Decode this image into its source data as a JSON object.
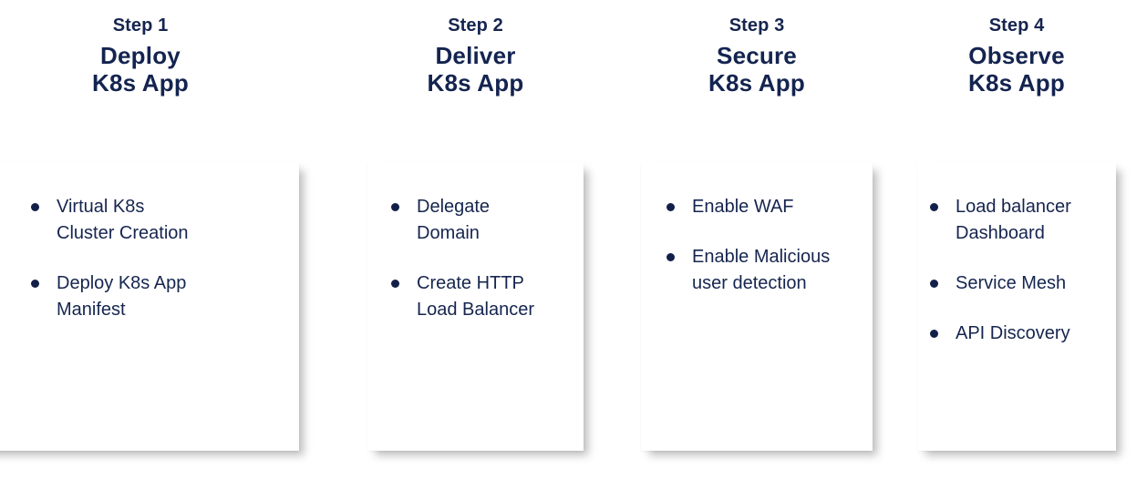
{
  "theme": {
    "navy": "#16254f",
    "title_navy": "#142450",
    "bullet_navy": "#122049",
    "background": "#ffffff",
    "card_background": "#ffffff"
  },
  "steps": [
    {
      "eyebrow": "Step 1",
      "title_line1": "Deploy",
      "title_line2": "K8s App",
      "bullets": [
        "Virtual K8s\nCluster Creation",
        "Deploy K8s App\nManifest"
      ]
    },
    {
      "eyebrow": "Step 2",
      "title_line1": "Deliver",
      "title_line2": "K8s App",
      "bullets": [
        "Delegate\nDomain",
        "Create HTTP\nLoad Balancer"
      ]
    },
    {
      "eyebrow": "Step 3",
      "title_line1": "Secure",
      "title_line2": "K8s App",
      "bullets": [
        "Enable WAF",
        "Enable Malicious\nuser detection"
      ]
    },
    {
      "eyebrow": "Step 4",
      "title_line1": "Observe",
      "title_line2": "K8s App",
      "bullets": [
        "Load balancer\nDashboard",
        "Service Mesh",
        "API Discovery"
      ]
    }
  ]
}
